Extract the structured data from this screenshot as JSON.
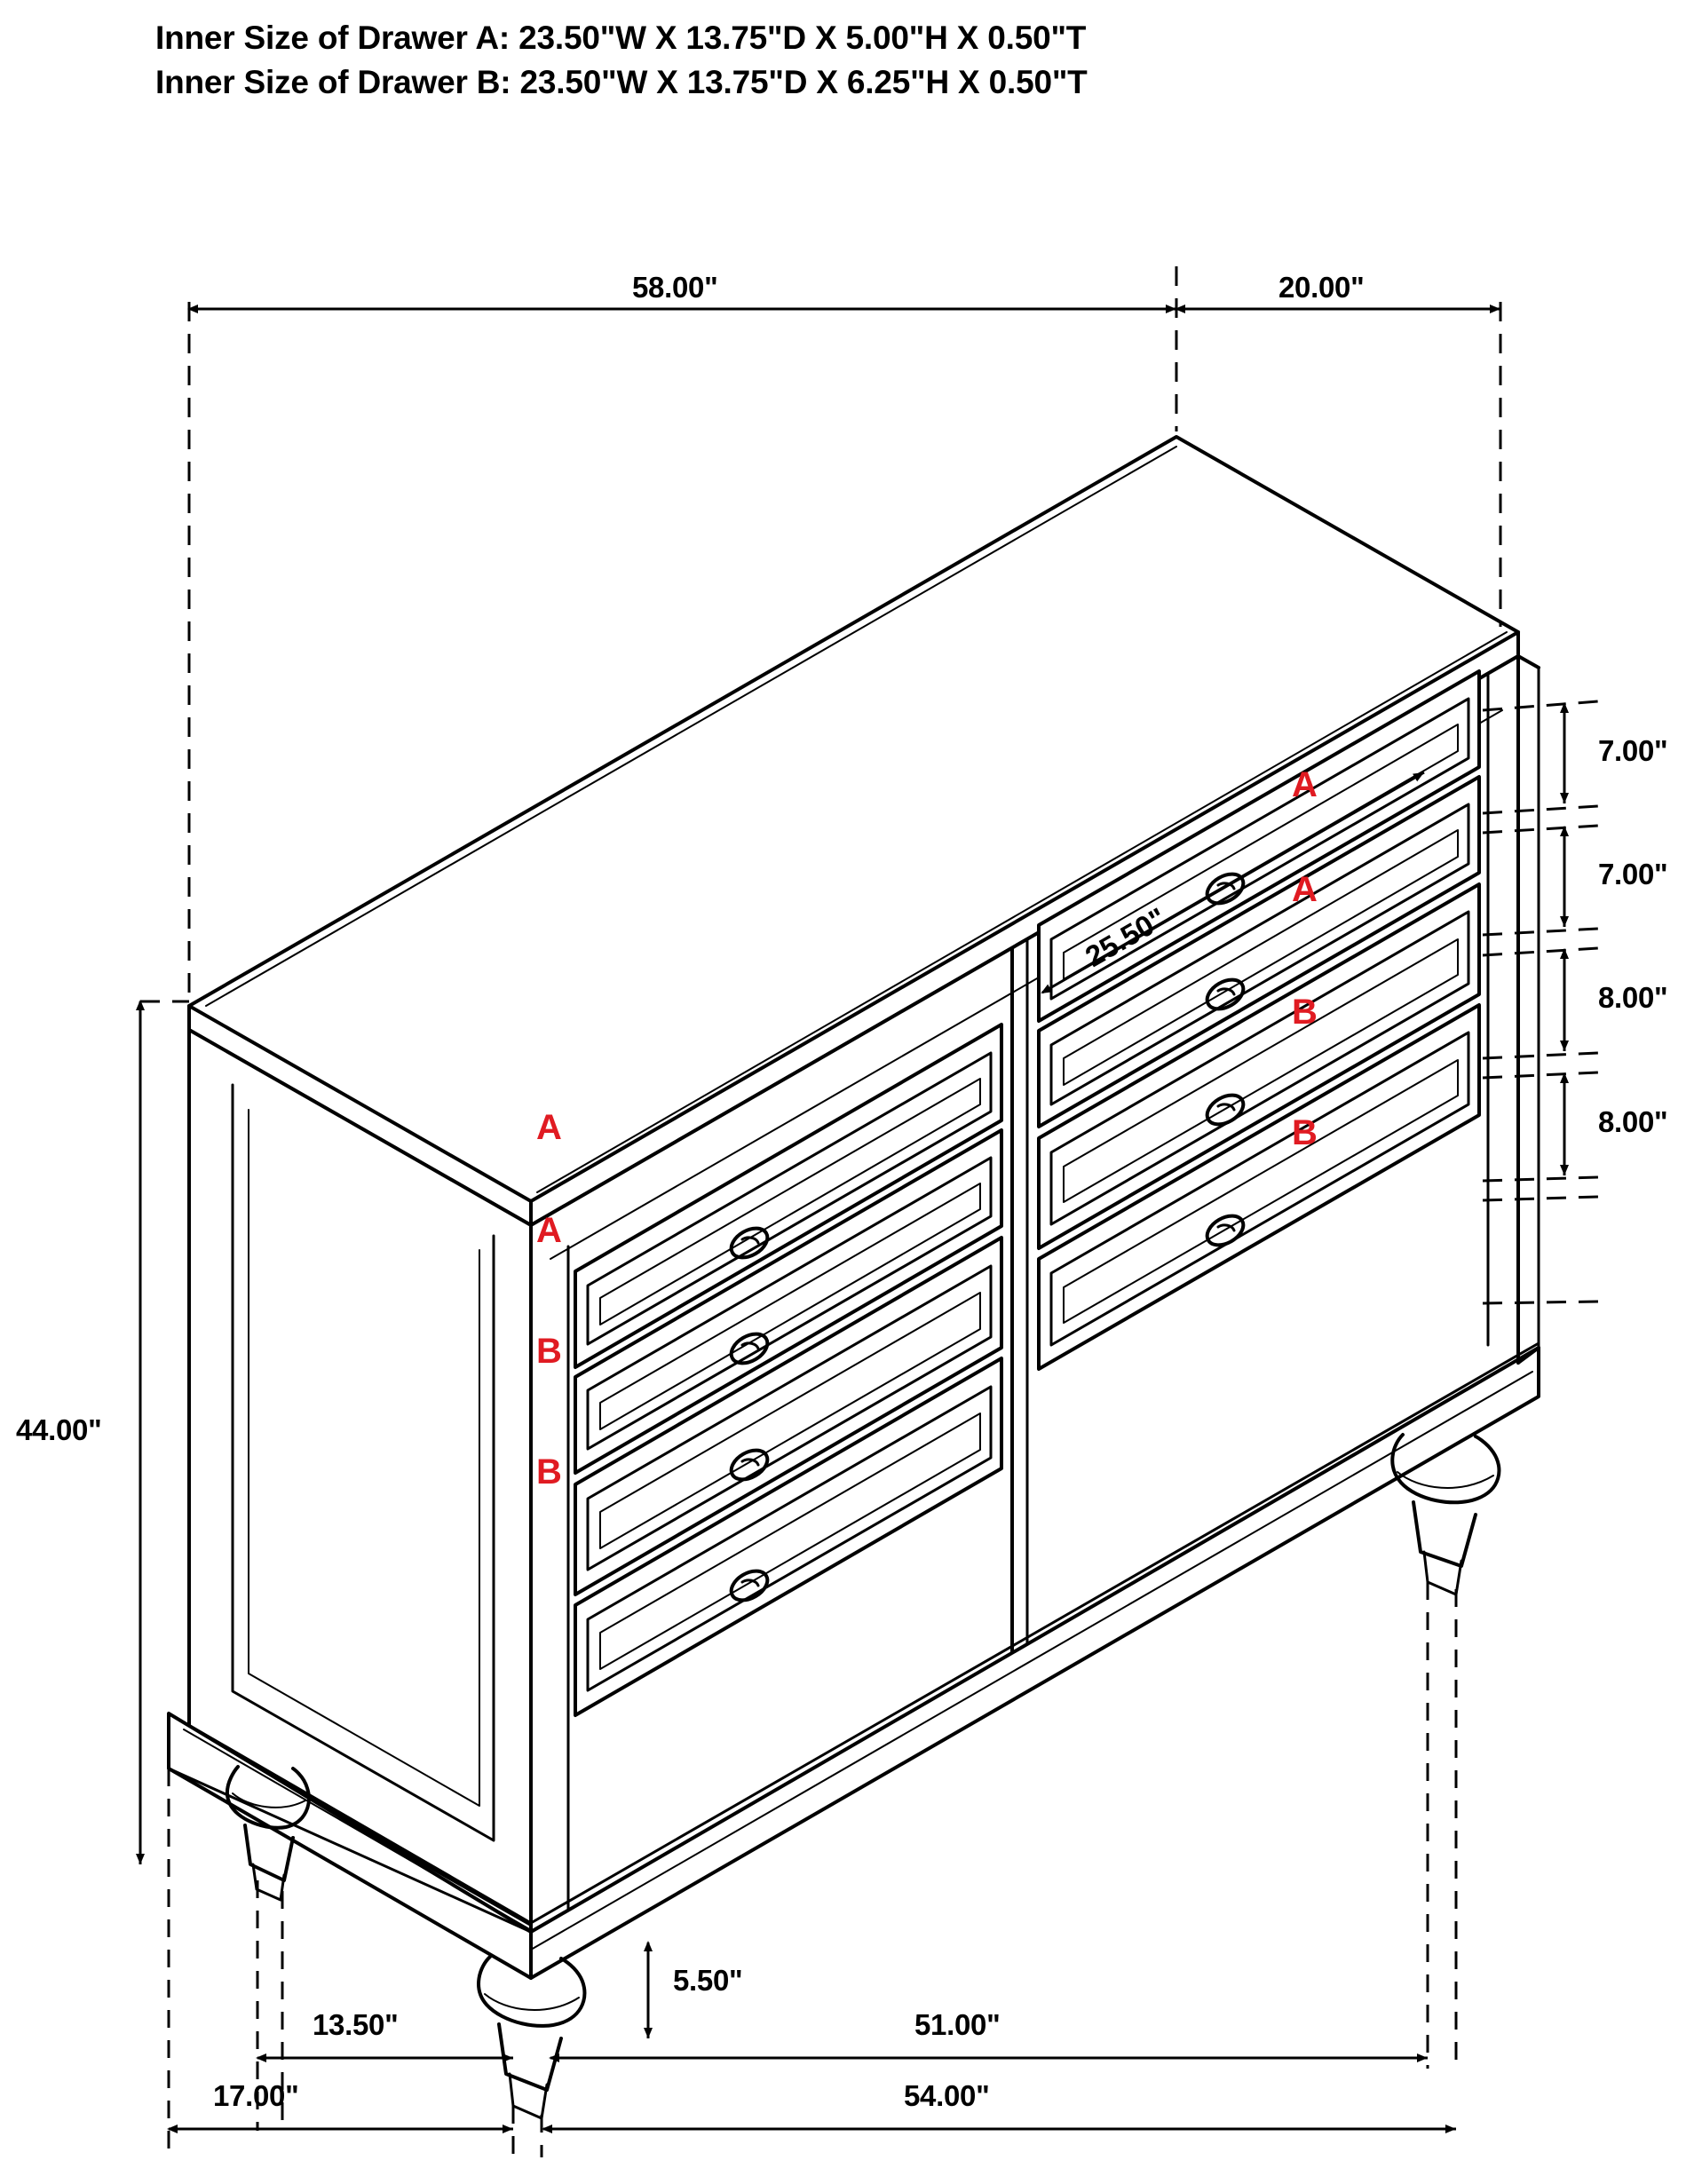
{
  "drawing": {
    "title_lines": [
      "Inner Size of Drawer A: 23.50\"W X 13.75\"D X 5.00\"H X 0.50\"T",
      "Inner Size of Drawer B: 23.50\"W X 13.75\"D X 6.25\"H X 0.50\"T"
    ],
    "subject": "8-drawer dresser isometric dimension drawing",
    "accent_color": "#e01b22",
    "line_color": "#000000",
    "background_color": "#ffffff"
  },
  "dimensions": {
    "top_width": "58.00\"",
    "top_depth": "20.00\"",
    "overall_height": "44.00\"",
    "drawer_row_1_height": "7.00\"",
    "drawer_row_2_height": "7.00\"",
    "drawer_row_3_height": "8.00\"",
    "drawer_row_4_height": "8.00\"",
    "drawer_inner_width": "25.50\"",
    "leg_height": "5.50\"",
    "base_depth_front": "13.50\"",
    "base_width_front": "51.00\"",
    "base_depth_outer": "17.00\"",
    "base_width_outer": "54.00\""
  },
  "drawer_labels": {
    "left_column": [
      "A",
      "A",
      "B",
      "B"
    ],
    "right_column": [
      "A",
      "A",
      "B",
      "B"
    ]
  },
  "icons": {
    "knob": "drawer-knob-icon",
    "leg": "turned-leg-icon",
    "arrow": "dimension-arrow-icon"
  }
}
